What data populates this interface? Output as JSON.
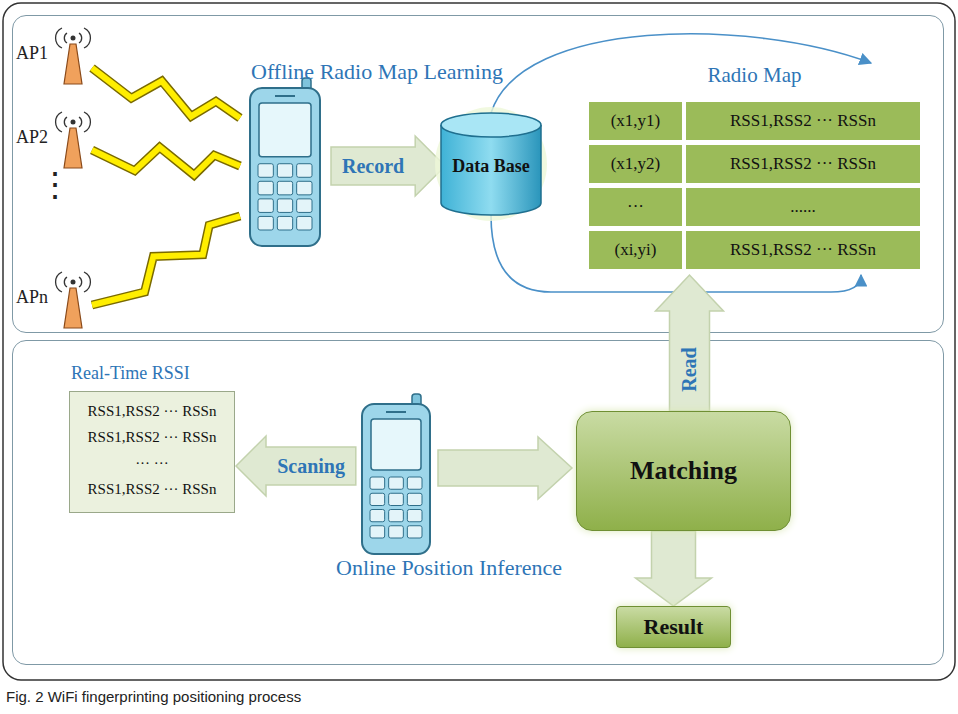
{
  "diagram": {
    "caption": "Fig. 2 WiFi fingerprinting positioning process",
    "nodes": [
      {
        "text": [
          "Offline Radio Map Learning"
        ]
      },
      {
        "text": [
          "Record"
        ],
        "in": 0
      },
      {
        "text": [
          "Data Base"
        ],
        "in": 0
      },
      {
        "text": [
          "Radio Map"
        ],
        "in": 0
      },
      {
        "text": [
          "(x1,y1)"
        ],
        "in": 3
      },
      {
        "text": [
          "RSS1,RSS2 ··· RSSn"
        ],
        "in": 3
      },
      {
        "text": [
          "(x1,y2)"
        ],
        "in": 3
      },
      {
        "text": [
          "RSS1,RSS2 ··· RSSn"
        ],
        "in": 3
      },
      {
        "text": [
          "···"
        ],
        "in": 3
      },
      {
        "text": [
          "......"
        ],
        "in": 3
      },
      {
        "text": [
          "(xi,yi)"
        ],
        "in": 3
      },
      {
        "text": [
          "RSS1,RSS2 ··· RSSn"
        ],
        "in": 3
      },
      {
        "text": [
          "Online Position Inference"
        ]
      },
      {
        "text": [
          "Real-Time RSSI",
          "RSS1,RSS2 ··· RSSn",
          "RSS1,RSS2 ··· RSSn",
          "··· ···",
          "RSS1,RSS2 ··· RSSn"
        ],
        "in": 12
      },
      {
        "text": [
          "Scaning"
        ],
        "in": 12
      },
      {
        "text": [
          "Matching"
        ],
        "in": 12
      },
      {
        "text": [
          "Result"
        ],
        "in": 12
      }
    ],
    "edges": [
      {
        "from": 2,
        "to": 3,
        "arrow": "to"
      },
      {
        "from": 2,
        "to": 3,
        "arrow": "to"
      },
      {
        "from": 15,
        "to": 3,
        "label": "Read",
        "arrow": "to"
      },
      {
        "from": 15,
        "to": 16,
        "arrow": "to"
      }
    ],
    "labels": [
      "AP1",
      "AP2",
      "⋮",
      "APn"
    ]
  }
}
